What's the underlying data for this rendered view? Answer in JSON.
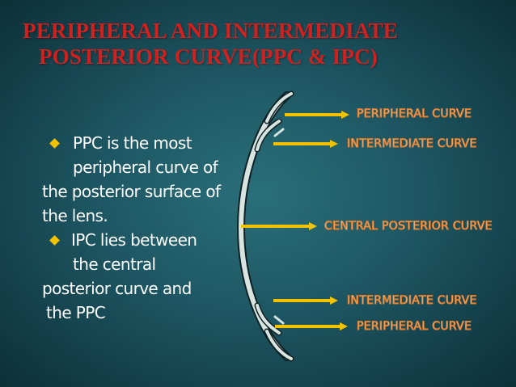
{
  "slide": {
    "title_line1": "PERIPHERAL AND INTERMEDIATE",
    "title_line2": "POSTERIOR CURVE(PPC & IPC)",
    "bullet1": {
      "line1": "PPC is the most",
      "line2": "peripheral curve of",
      "line3": "the posterior surface of",
      "line4": "the lens."
    },
    "bullet2": {
      "line1": "IPC lies between",
      "line2": "the central",
      "line3": "posterior curve and",
      "line4": "the PPC"
    },
    "labels": {
      "peripheral_top": "PERIPHERAL CURVE",
      "intermediate_top": "INTERMEDIATE CURVE",
      "central": "CENTRAL POSTERIOR CURVE",
      "intermediate_bottom": "INTERMEDIATE CURVE",
      "peripheral_bottom": "PERIPHERAL CURVE"
    },
    "colors": {
      "title": "#d02020",
      "bullet": "#f2c200",
      "arrow": "#f2c200",
      "label_outline": "#e07a2a"
    }
  }
}
